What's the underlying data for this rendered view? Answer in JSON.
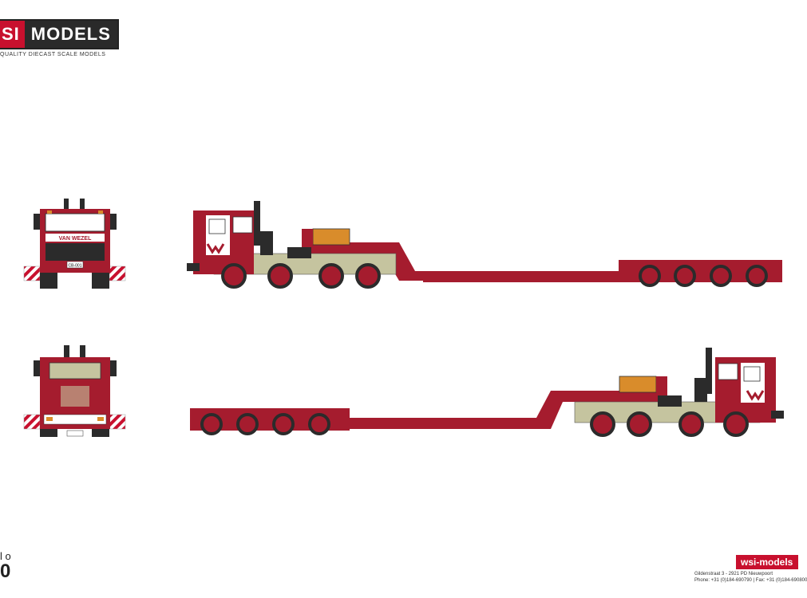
{
  "brand": {
    "logo_red_text": "SI",
    "logo_dark_text": "MODELS",
    "tagline": "QUALITY DIECAST SCALE MODELS"
  },
  "scale": {
    "label": "l o",
    "value": "0"
  },
  "footer": {
    "badge": "wsi-models",
    "address_line1": "Gildenstraat 3 - 2921 PD Nieuwpoort",
    "address_line2": "Phone: +31 (0)184-690790 | Fax: +31 (0)184-690800"
  },
  "truck": {
    "grille_text": "VAN WEZEL",
    "plate_text": "CB-001",
    "colors": {
      "red": "#a51c2e",
      "beige": "#c5c49f",
      "cargo": "#d98c2b",
      "dark": "#2b2b2b"
    }
  }
}
